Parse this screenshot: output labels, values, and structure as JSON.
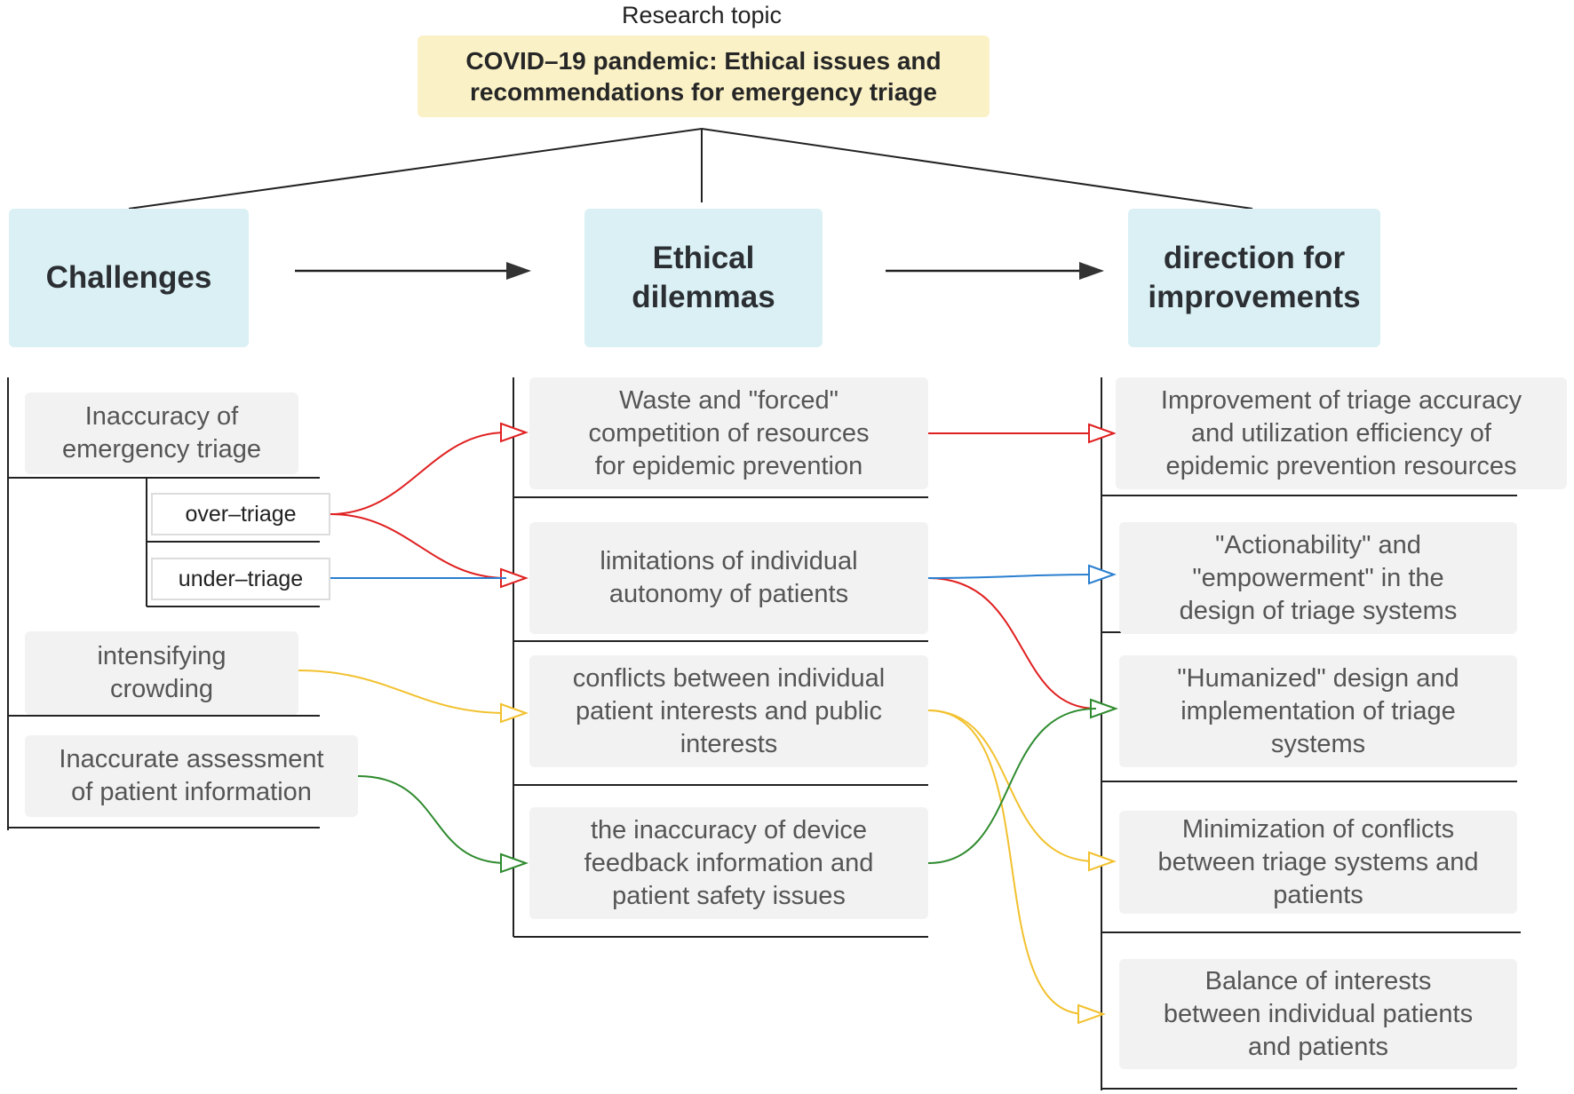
{
  "topic": {
    "label": "Research topic",
    "title_line1": "COVID–19 pandemic: Ethical issues and",
    "title_line2": "recommendations for emergency triage"
  },
  "headers": {
    "challenges": "Challenges",
    "ethical_line1": "Ethical",
    "ethical_line2": "dilemmas",
    "direction_line1": "direction for",
    "direction_line2": "improvements"
  },
  "challenges": {
    "c1": [
      "Inaccuracy of",
      "emergency triage"
    ],
    "over": "over–triage",
    "under": "under–triage",
    "c2": [
      "intensifying",
      "crowding"
    ],
    "c3": [
      "Inaccurate assessment",
      "of patient information"
    ]
  },
  "dilemmas": {
    "d1": [
      "Waste and \"forced\"",
      "competition of resources",
      "for epidemic prevention"
    ],
    "d2": [
      "limitations of individual",
      "autonomy of patients"
    ],
    "d3": [
      "conflicts between individual",
      "patient interests and public",
      "interests"
    ],
    "d4": [
      "the inaccuracy of device",
      "feedback information and",
      "patient safety issues"
    ]
  },
  "improvements": {
    "r1": [
      "Improvement of triage accuracy",
      "and utilization efficiency of",
      "epidemic prevention resources"
    ],
    "r2": [
      "\"Actionability\" and",
      "\"empowerment\" in the",
      "design of triage systems"
    ],
    "r3": [
      "\"Humanized\" design and",
      "implementation of triage",
      "systems"
    ],
    "r4": [
      "Minimization of conflicts",
      "between triage systems and",
      "patients"
    ],
    "r5": [
      "Balance of interests",
      "between individual patients",
      "and patients"
    ]
  },
  "colors": {
    "red": "#e02020",
    "blue": "#2a7fd0",
    "yellow": "#f2c12e",
    "green": "#2e8b2e",
    "line": "#222222"
  }
}
